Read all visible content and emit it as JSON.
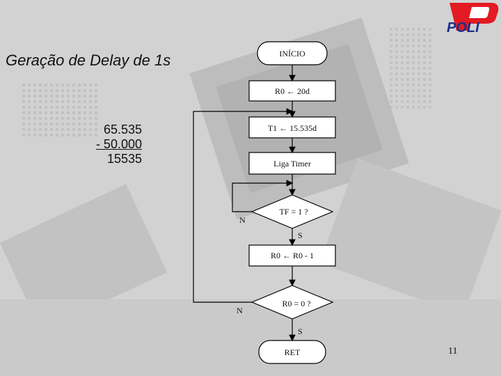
{
  "slide": {
    "title": "Geração de Delay de 1s",
    "calc_line1": "65.535",
    "calc_line2": "- 50.000",
    "calc_line3": "15535",
    "page_number": "11"
  },
  "logo": {
    "text": "POLI"
  },
  "flowchart": {
    "start": "INÍCIO",
    "step1": "R0 ← 20d",
    "step2": "T1 ← 15.535d",
    "step3": "Liga Timer",
    "decision1": "TF = 1 ?",
    "decision1_no": "N",
    "decision1_yes": "S",
    "step4": "R0 ← R0 - 1",
    "decision2": "R0 = 0 ?",
    "decision2_no": "N",
    "decision2_yes": "S",
    "end": "RET"
  },
  "colors": {
    "box_fill": "#ffffff",
    "line": "#000000",
    "logo_red": "#e31b23",
    "logo_blue": "#1a2f8a"
  }
}
